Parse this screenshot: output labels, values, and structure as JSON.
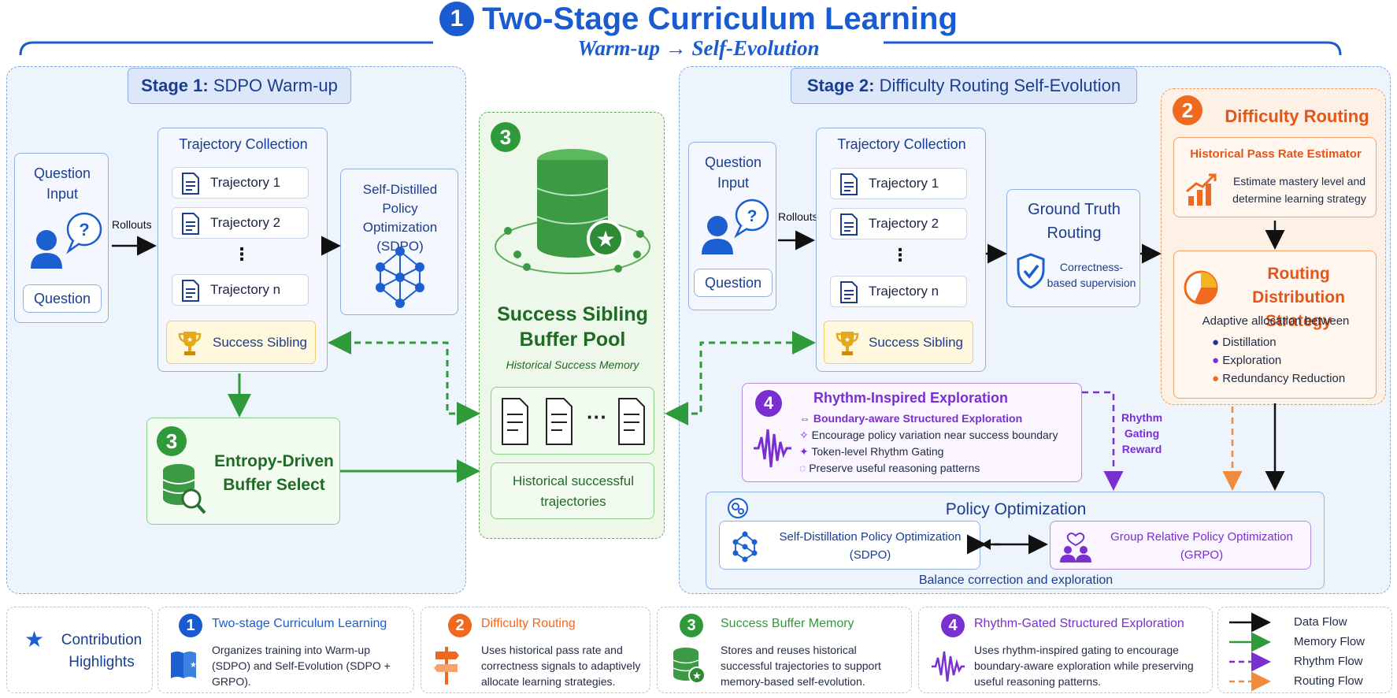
{
  "header": {
    "number": "1",
    "title": "Two-Stage Curriculum Learning",
    "subtitle": "Warm-up → Self-Evolution"
  },
  "stage1": {
    "label_prefix": "Stage 1:",
    "label": "SDPO Warm-up",
    "question_input": "Question Input",
    "question_label": "Question",
    "rollouts": "Rollouts",
    "trajectory_collection": "Trajectory Collection",
    "trajectories": [
      "Trajectory 1",
      "Trajectory 2",
      "Trajectory n"
    ],
    "ellipsis": "⋮",
    "success_sibling": "Success Sibling",
    "sdpo_title": "Self-Distilled Policy Optimization (SDPO)",
    "entropy_number": "3",
    "entropy_title": "Entropy-Driven Buffer Select"
  },
  "buffer": {
    "number": "3",
    "title": "Success Sibling Buffer Pool",
    "subtitle": "Historical Success Memory",
    "docs_ellipsis": "···",
    "successful": "Historical successful trajectories"
  },
  "stage2": {
    "label_prefix": "Stage 2:",
    "label": "Difficulty Routing Self-Evolution",
    "question_input": "Question Input",
    "question_label": "Question",
    "rollouts": "Rollouts",
    "trajectory_collection": "Trajectory Collection",
    "trajectories": [
      "Trajectory 1",
      "Trajectory 2",
      "Trajectory n"
    ],
    "ellipsis": "⋮",
    "success_sibling": "Success Sibling",
    "gt_title": "Ground Truth Routing",
    "gt_sub": "Correctness-based supervision"
  },
  "difficulty": {
    "number": "2",
    "title": "Difficulty Routing",
    "estimator_title": "Historical Pass Rate Estimator",
    "estimator_text": "Estimate mastery level and determine learning strategy",
    "strategy_title": "Routing Distribution Strategy",
    "strategy_text": "Adaptive allocation between",
    "items": [
      "Distillation",
      "Exploration",
      "Redundancy Reduction"
    ],
    "item_colors": [
      "#1b3d8f",
      "#7a2fd0",
      "#ef6a1e"
    ]
  },
  "rhythm": {
    "number": "4",
    "title": "Rhythm-Inspired Exploration",
    "items": [
      "Boundary-aware Structured Exploration",
      "Encourage policy variation near success boundary",
      "Token-level Rhythm Gating",
      "Preserve useful reasoning patterns"
    ],
    "gating_label": "Rhythm Gating Reward"
  },
  "policy": {
    "title": "Policy Optimization",
    "sdpo": "Self-Distillation Policy Optimization (SDPO)",
    "grpo": "Group Relative Policy Optimization (GRPO)",
    "balance": "Balance correction and exploration"
  },
  "contributions": {
    "label": "Contribution Highlights",
    "items": [
      {
        "number": "1",
        "title": "Two-stage Curriculum Learning",
        "text": "Organizes training into Warm-up (SDPO) and Self-Evolution (SDPO + GRPO).",
        "color": "#1a5ccf"
      },
      {
        "number": "2",
        "title": "Difficulty Routing",
        "text": "Uses historical pass rate and correctness signals to adaptively allocate learning strategies.",
        "color": "#ef6a1e"
      },
      {
        "number": "3",
        "title": "Success Buffer Memory",
        "text": "Stores and reuses historical successful trajectories to support memory-based self-evolution.",
        "color": "#2f9a3a"
      },
      {
        "number": "4",
        "title": "Rhythm-Gated Structured Exploration",
        "text": "Uses rhythm-inspired gating to encourage boundary-aware exploration while preserving useful reasoning patterns.",
        "color": "#7a2fd0"
      }
    ]
  },
  "legend": {
    "items": [
      {
        "label": "Data Flow",
        "color": "#111111",
        "dashed": false
      },
      {
        "label": "Memory Flow",
        "color": "#2f9a3a",
        "dashed": false
      },
      {
        "label": "Rhythm Flow",
        "color": "#7a2fd0",
        "dashed": true
      },
      {
        "label": "Routing Flow",
        "color": "#f08a3c",
        "dashed": true
      }
    ]
  }
}
